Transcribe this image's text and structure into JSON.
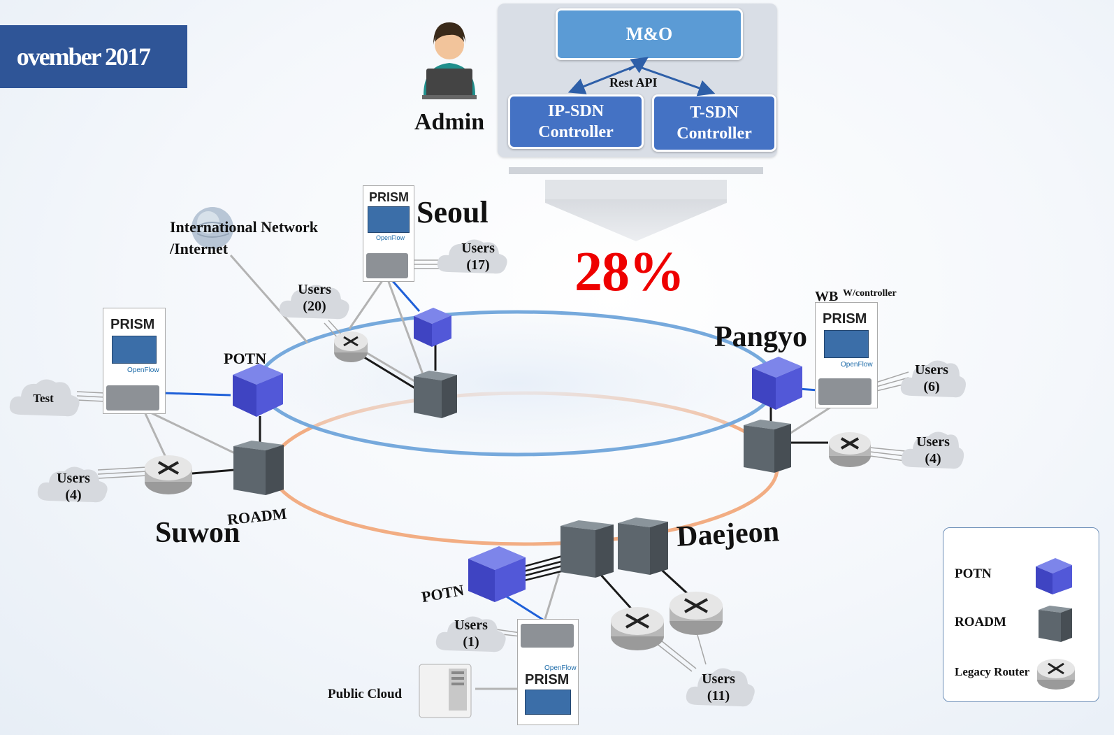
{
  "banner": {
    "date": "ovember 2017"
  },
  "admin": {
    "label": "Admin"
  },
  "control": {
    "mo": "M&O",
    "rest_api": "Rest API",
    "ip_sdn": "IP-SDN Controller",
    "t_sdn": "T-SDN Controller"
  },
  "percentage": "28%",
  "cities": {
    "seoul": "Seoul",
    "pangyo": "Pangyo",
    "suwon": "Suwon",
    "daejeon": "Daejeon"
  },
  "labels": {
    "international_1": "International Network",
    "international_2": "/Internet",
    "potn_left": "POTN",
    "potn_bottom": "POTN",
    "roadm": "ROADM",
    "wb": "WB",
    "wb_sub": "W/controller",
    "public_cloud": "Public Cloud",
    "prism": "PRISM",
    "openflow": "OpenFlow"
  },
  "clouds": {
    "users_seoul": [
      "Users",
      "(17)"
    ],
    "users_20": [
      "Users",
      "(20)"
    ],
    "test": [
      "Test"
    ],
    "users_suwon": [
      "Users",
      "(4)"
    ],
    "users_pangyo_6": [
      "Users",
      "(6)"
    ],
    "users_pangyo_4": [
      "Users",
      "(4)"
    ],
    "users_daejeon_1": [
      "Users",
      "(1)"
    ],
    "users_daejeon_11": [
      "Users",
      "(11)"
    ]
  },
  "legend": {
    "potn": "POTN",
    "roadm": "ROADM",
    "legacy_router": "Legacy Router"
  },
  "colors": {
    "banner": "#2f5597",
    "mo_box": "#5b9bd5",
    "controller_box": "#4472c4",
    "percent": "#ee0000",
    "ring_blue": "#6fa3d8",
    "ring_orange": "#f0a878",
    "potn_cube": "#4a4fd0",
    "roadm": "#5b6770",
    "router": "#c9c9c9"
  },
  "icons": [
    "person-laptop-icon",
    "globe-icon",
    "potn-cube-icon",
    "roadm-icon",
    "legacy-router-icon",
    "openflow-switch-icon",
    "server-icon",
    "cloud-icon"
  ]
}
